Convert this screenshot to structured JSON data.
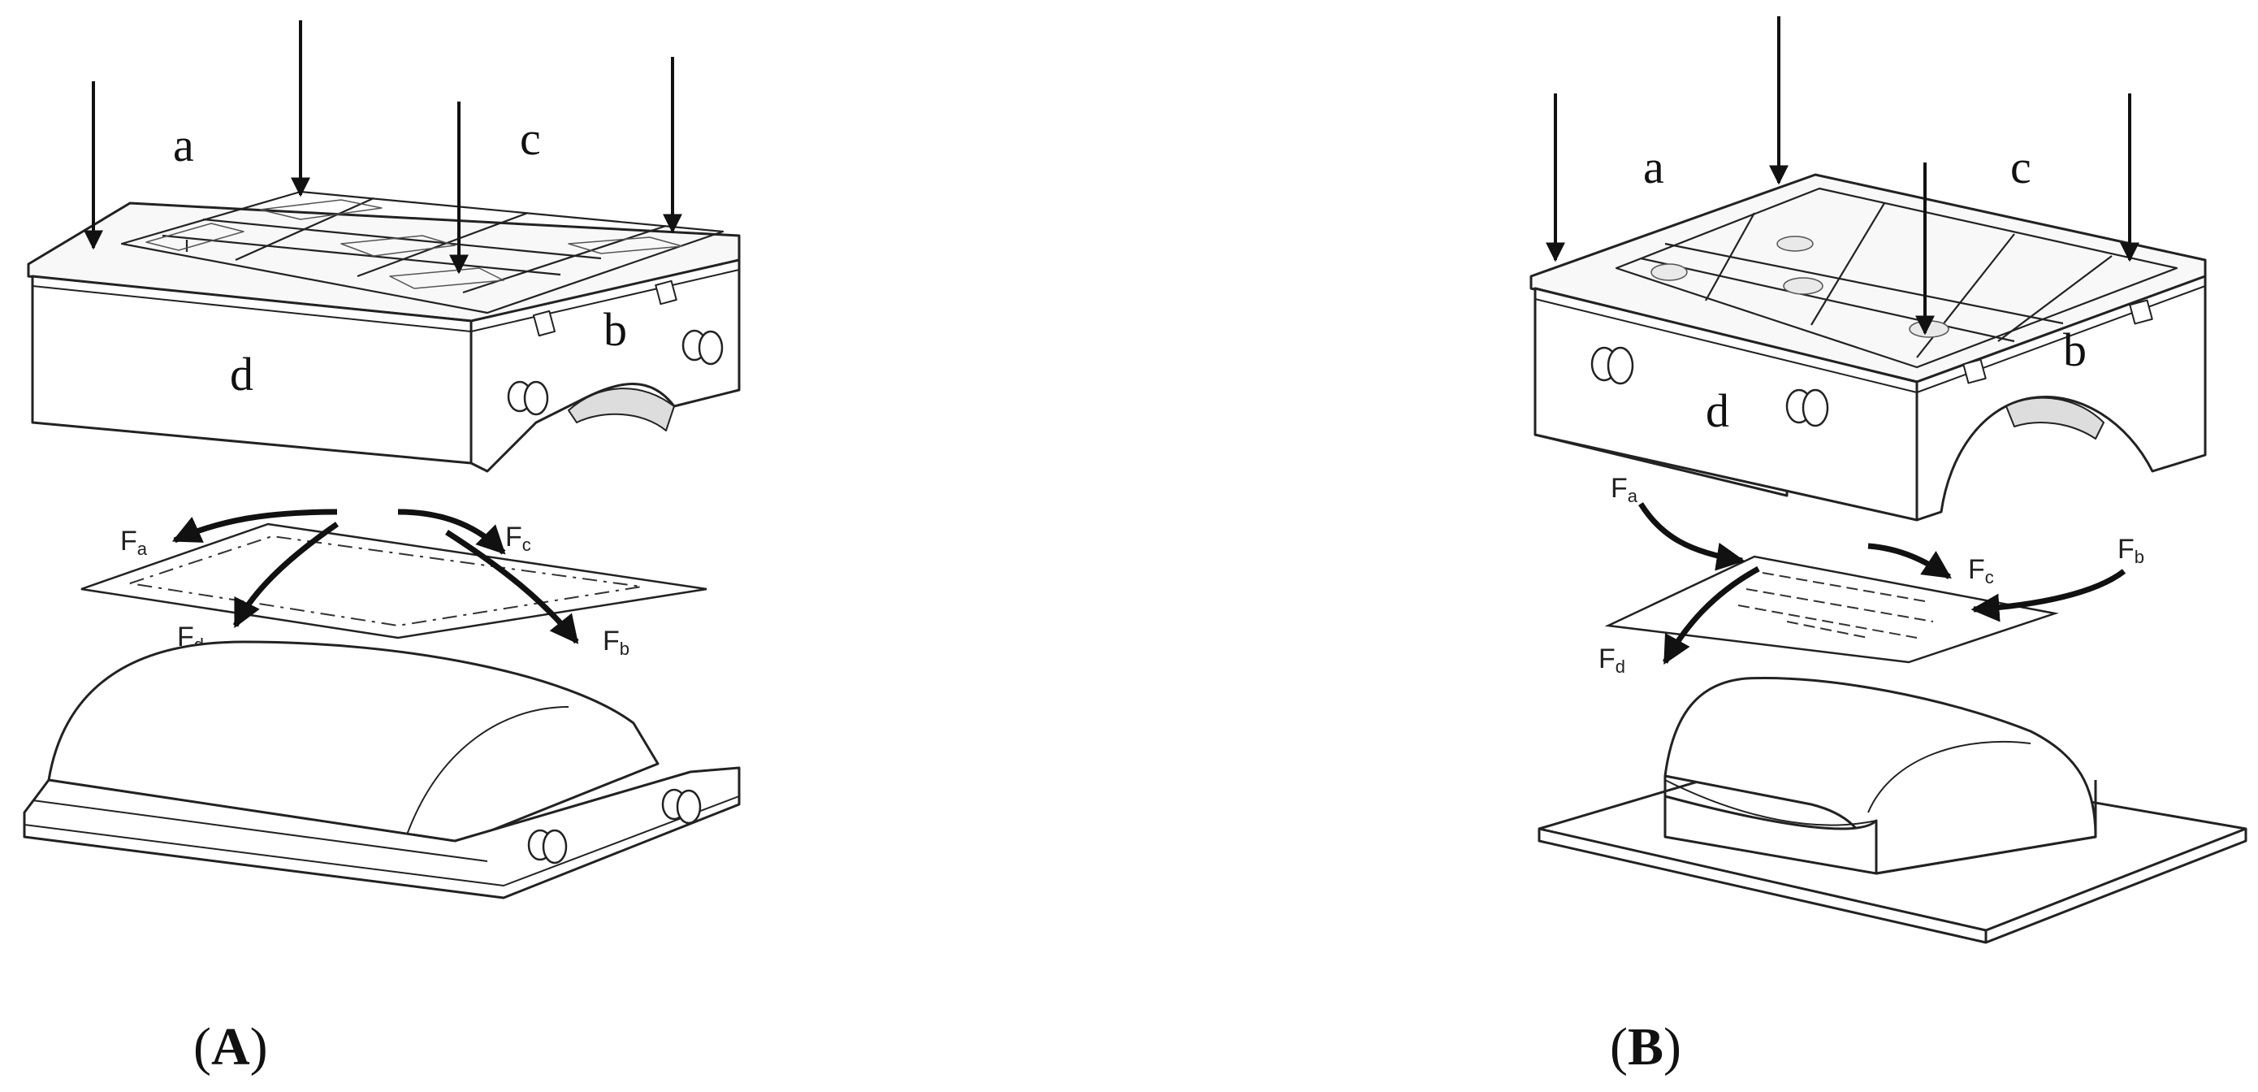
{
  "panel_a": {
    "caption_open": "(",
    "caption_letter": "A",
    "caption_close": ")",
    "face_labels": {
      "a": "a",
      "b": "b",
      "c": "c",
      "d": "d"
    },
    "force_labels": {
      "fa": {
        "main": "F",
        "sub": "a"
      },
      "fb": {
        "main": "F",
        "sub": "b"
      },
      "fc": {
        "main": "F",
        "sub": "c"
      },
      "fd": {
        "main": "F",
        "sub": "d"
      }
    }
  },
  "panel_b": {
    "caption_open": "(",
    "caption_letter": "B",
    "caption_close": ")",
    "face_labels": {
      "a": "a",
      "b": "b",
      "c": "c",
      "d": "d"
    },
    "force_labels": {
      "fa": {
        "main": "F",
        "sub": "a"
      },
      "fb": {
        "main": "F",
        "sub": "b"
      },
      "fc": {
        "main": "F",
        "sub": "c"
      },
      "fd": {
        "main": "F",
        "sub": "d"
      }
    }
  }
}
